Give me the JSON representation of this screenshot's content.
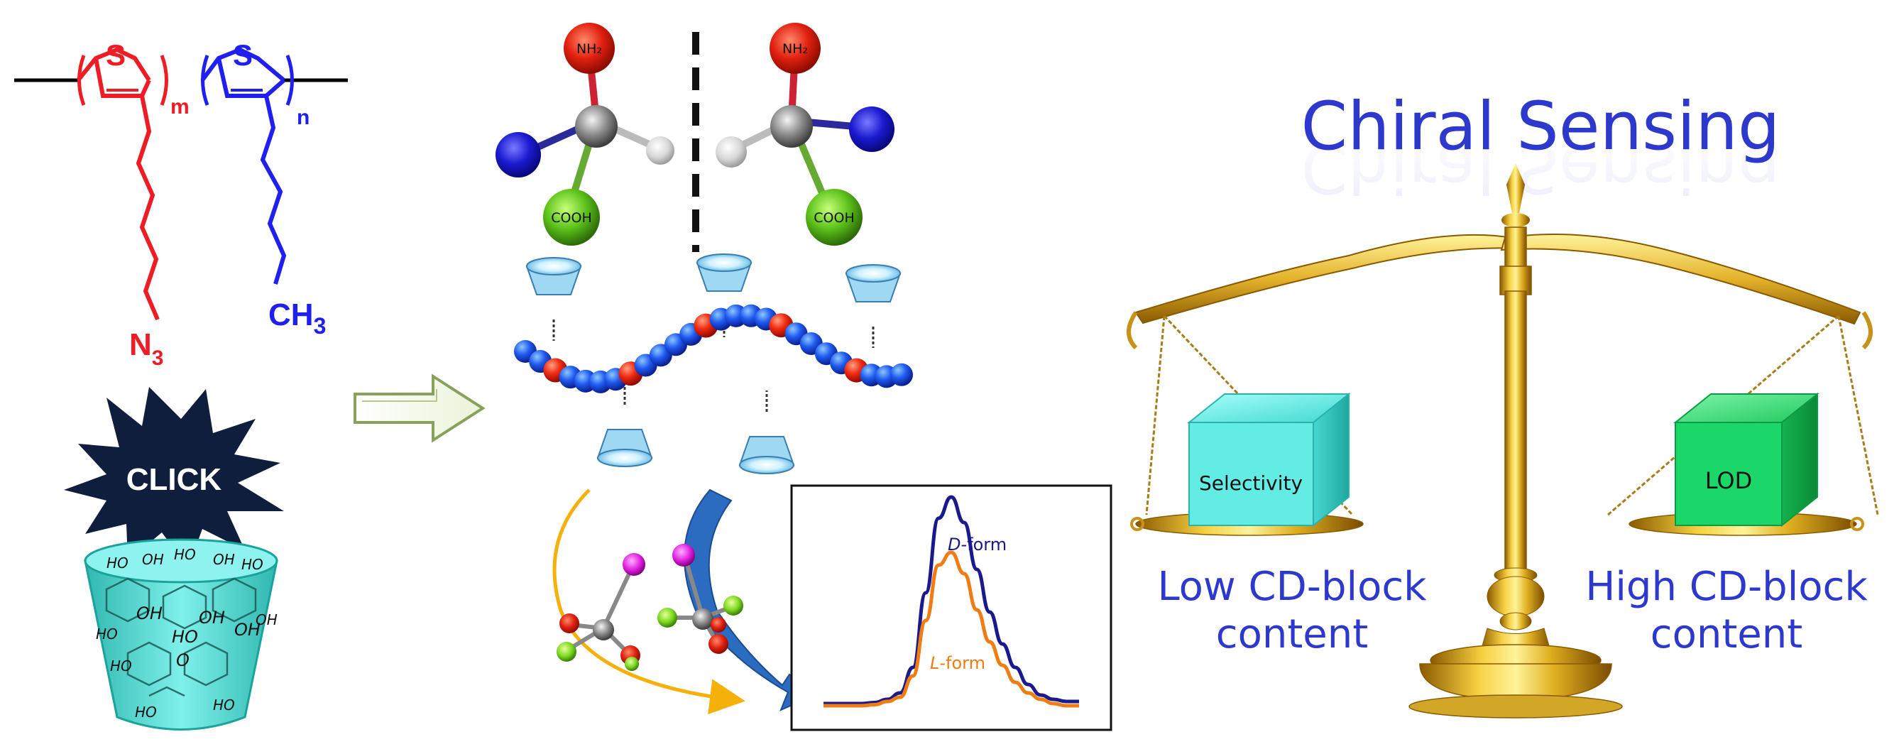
{
  "polymer": {
    "block_a": {
      "heteroatom": "S",
      "repeat": "m",
      "end_group_main": "N",
      "end_group_sub": "3"
    },
    "block_b": {
      "heteroatom": "S",
      "repeat": "n",
      "end_group_main": "CH",
      "end_group_sub": "3"
    }
  },
  "click": {
    "label": "CLICK"
  },
  "cyclodextrin": {
    "labels": [
      "HO",
      "OH",
      "HO",
      "OH",
      "HO",
      "OH",
      "OH",
      "HO",
      "OH",
      "HO",
      "OH",
      "HO",
      "O",
      "HO",
      "HO"
    ]
  },
  "enantiomers": {
    "left": {
      "top": "NH₂",
      "bottom": "COOH"
    },
    "right": {
      "top": "NH₂",
      "bottom": "COOH"
    }
  },
  "cd_plot": {
    "curve_a": {
      "prefix": "D",
      "suffix": "-form",
      "color": "#1a1a8c"
    },
    "curve_b": {
      "prefix": "L",
      "suffix": "-form",
      "color": "#f07c14"
    }
  },
  "chart_data": {
    "type": "line",
    "title": "",
    "xlabel": "",
    "ylabel": "",
    "x": [
      0,
      0.5,
      1,
      1.5,
      2,
      2.5,
      3,
      3.5,
      4,
      4.5,
      5,
      5.5,
      6,
      6.5,
      7,
      7.5,
      8,
      8.5,
      9,
      9.5,
      10
    ],
    "ylim": [
      0,
      1
    ],
    "series": [
      {
        "name": "D-form",
        "values": [
          0.03,
          0.03,
          0.03,
          0.03,
          0.035,
          0.05,
          0.08,
          0.2,
          0.55,
          0.9,
          1.0,
          0.88,
          0.66,
          0.46,
          0.31,
          0.2,
          0.12,
          0.07,
          0.05,
          0.04,
          0.04
        ]
      },
      {
        "name": "L-form",
        "values": [
          0.02,
          0.02,
          0.02,
          0.02,
          0.025,
          0.04,
          0.06,
          0.16,
          0.42,
          0.68,
          0.74,
          0.64,
          0.47,
          0.32,
          0.21,
          0.13,
          0.08,
          0.05,
          0.03,
          0.02,
          0.02
        ]
      }
    ]
  },
  "scale": {
    "title": "Chiral Sensing",
    "left_box": "Selectivity",
    "right_box": "LOD",
    "left_caption": [
      "Low CD-block",
      "content"
    ],
    "right_caption": [
      "High CD-block",
      "content"
    ]
  },
  "colors": {
    "red_block": "#ee1c25",
    "blue_block": "#1f1ff0",
    "click_star": "#0f1e3d",
    "cyclodextrin": "#5fe6dd",
    "title": "#2d39cc",
    "gold": "#d9a81a",
    "selectivity_box": "#62ece4",
    "lod_box": "#1bd76a",
    "d_form": "#1a1a8c",
    "l_form": "#f07c14"
  }
}
